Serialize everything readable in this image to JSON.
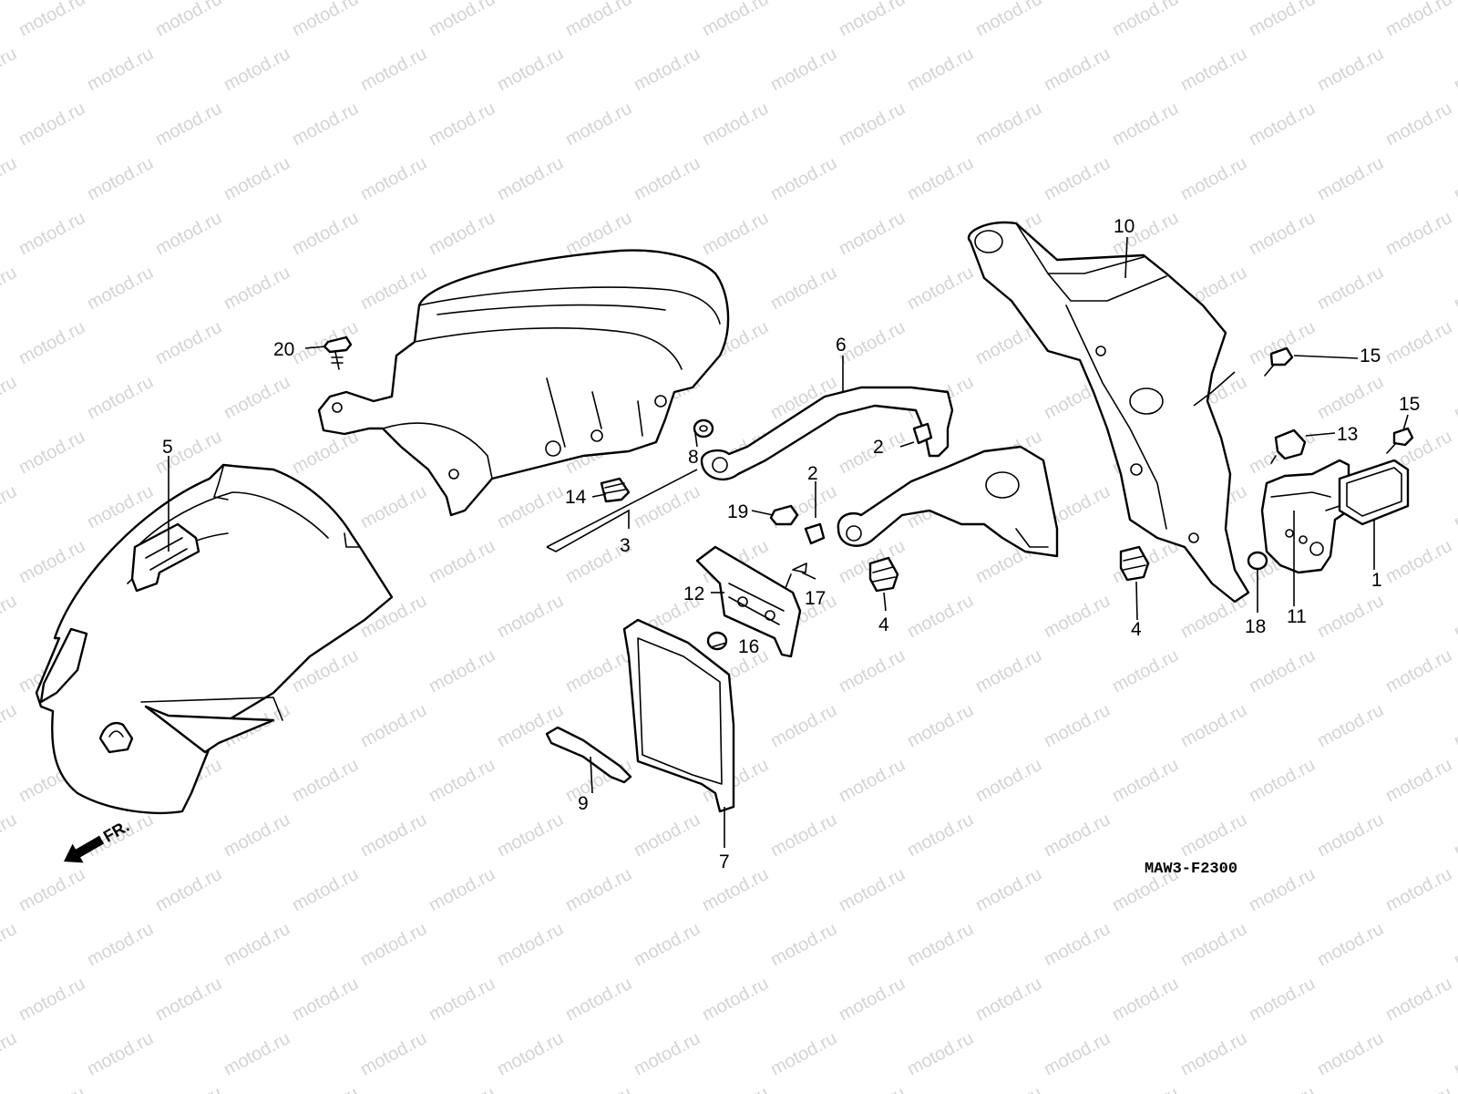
{
  "diagram": {
    "code": "MAW3-F2300",
    "direction_label": "FR.",
    "watermark": "motod.ru",
    "callouts": [
      {
        "id": "c1",
        "label": "1"
      },
      {
        "id": "c2a",
        "label": "2"
      },
      {
        "id": "c2b",
        "label": "2"
      },
      {
        "id": "c3",
        "label": "3"
      },
      {
        "id": "c4a",
        "label": "4"
      },
      {
        "id": "c4b",
        "label": "4"
      },
      {
        "id": "c5",
        "label": "5"
      },
      {
        "id": "c6",
        "label": "6"
      },
      {
        "id": "c7",
        "label": "7"
      },
      {
        "id": "c8",
        "label": "8"
      },
      {
        "id": "c9",
        "label": "9"
      },
      {
        "id": "c10",
        "label": "10"
      },
      {
        "id": "c11",
        "label": "11"
      },
      {
        "id": "c12",
        "label": "12"
      },
      {
        "id": "c13",
        "label": "13"
      },
      {
        "id": "c14",
        "label": "14"
      },
      {
        "id": "c15a",
        "label": "15"
      },
      {
        "id": "c15b",
        "label": "15"
      },
      {
        "id": "c16",
        "label": "16"
      },
      {
        "id": "c17",
        "label": "17"
      },
      {
        "id": "c18",
        "label": "18"
      },
      {
        "id": "c19",
        "label": "19"
      },
      {
        "id": "c20",
        "label": "20"
      }
    ]
  }
}
